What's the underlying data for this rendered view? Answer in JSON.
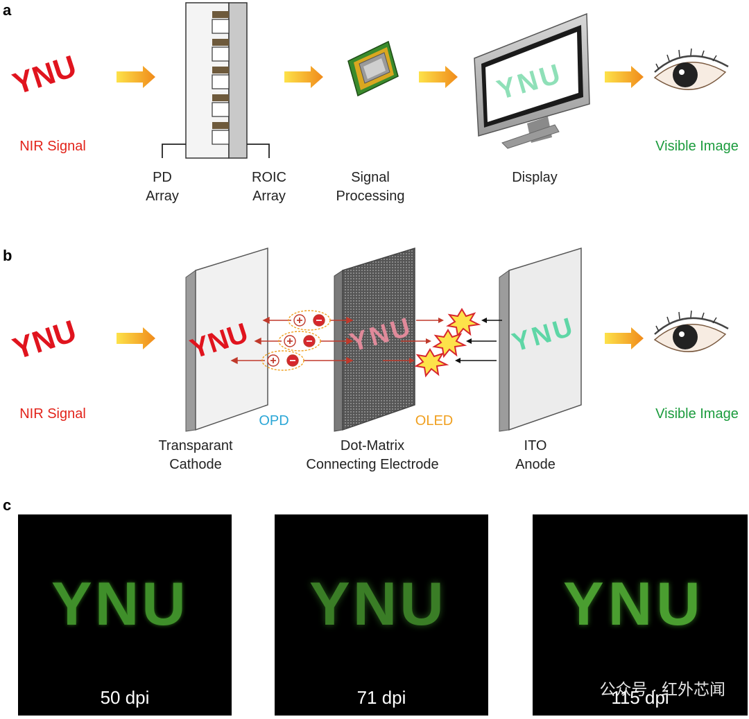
{
  "panel_a": {
    "letter": "a",
    "ynu_text": "YNU",
    "nir_signal": "NIR Signal",
    "pd_array": [
      "PD",
      "Array"
    ],
    "roic_array": [
      "ROIC",
      "Array"
    ],
    "signal_processing": [
      "Signal",
      "Processing"
    ],
    "display": "Display",
    "display_text": "YNU",
    "visible_image": "Visible Image"
  },
  "panel_b": {
    "letter": "b",
    "ynu_text": "YNU",
    "nir_signal": "NIR Signal",
    "cathode_text": "YNU",
    "matrix_text": "YNU",
    "anode_text": "YNU",
    "opd": "OPD",
    "oled": "OLED",
    "transparent_cathode": [
      "Transparant",
      "Cathode"
    ],
    "dot_matrix": [
      "Dot-Matrix",
      "Connecting Electrode"
    ],
    "ito_anode": [
      "ITO",
      "Anode"
    ],
    "visible_image": "Visible Image"
  },
  "panel_c": {
    "letter": "c",
    "photos": [
      {
        "text": "YNU",
        "caption": "50 dpi"
      },
      {
        "text": "YNU",
        "caption": "71 dpi"
      },
      {
        "text": "YNU",
        "caption": "115 dpi"
      }
    ],
    "watermark": "公众号 · 红外芯闻"
  },
  "colors": {
    "nir_red": "#e2231a",
    "visible_green": "#1a9b3c",
    "opd_blue": "#2aa6d6",
    "oled_orange": "#f0a020",
    "arrow_orange": "#f39a1e"
  }
}
